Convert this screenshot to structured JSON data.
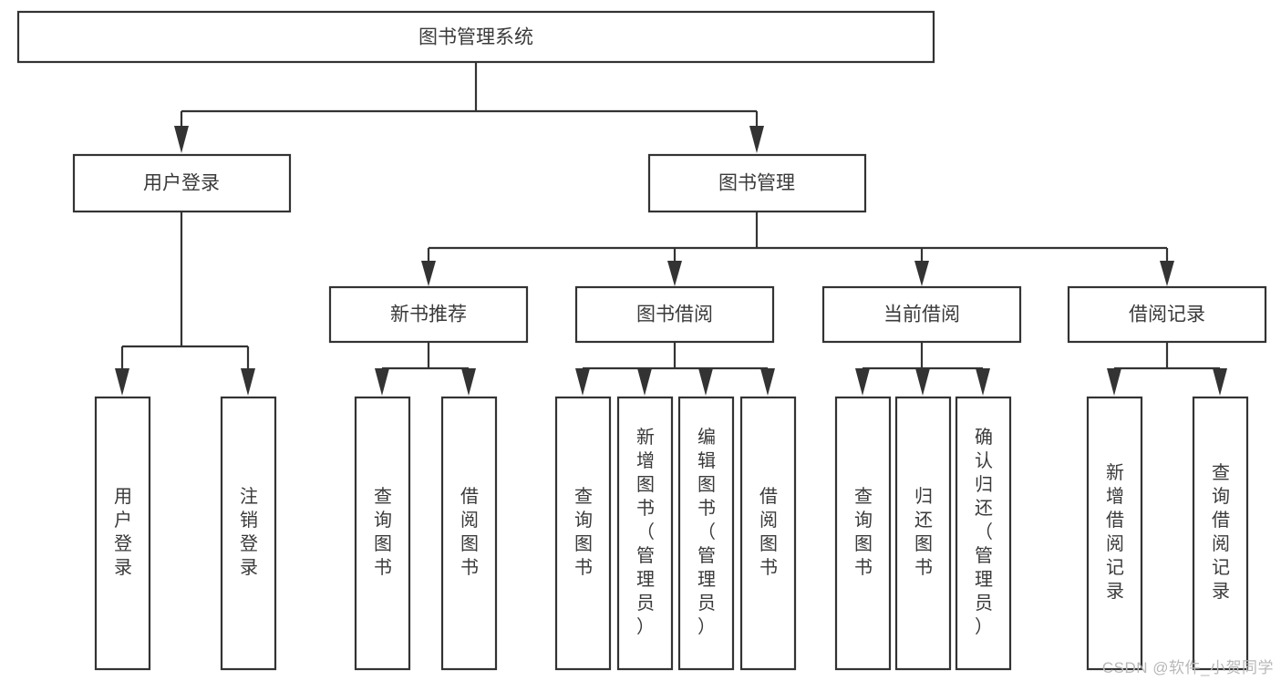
{
  "diagram": {
    "type": "tree",
    "title": "图书管理系统",
    "orientation": "top-down",
    "watermark": "CSDN @软件_小贺同学",
    "colors": {
      "stroke": "#333333",
      "fill": "#ffffff",
      "text": "#3a3a3a",
      "watermark": "#b8b8b8",
      "background": "#ffffff"
    },
    "levels": {
      "root": {
        "label": "图书管理系统"
      },
      "level2": [
        {
          "label": "用户登录"
        },
        {
          "label": "图书管理"
        }
      ],
      "level3": [
        {
          "label": "新书推荐"
        },
        {
          "label": "图书借阅"
        },
        {
          "label": "当前借阅"
        },
        {
          "label": "借阅记录"
        }
      ],
      "leaves": {
        "user_login": [
          {
            "label": "用户登录"
          },
          {
            "label": "注销登录"
          }
        ],
        "new_book_recommend": [
          {
            "label": "查询图书"
          },
          {
            "label": "借阅图书"
          }
        ],
        "book_borrow": [
          {
            "label": "查询图书"
          },
          {
            "label": "新增图书（管理员）"
          },
          {
            "label": "编辑图书（管理员）"
          },
          {
            "label": "借阅图书"
          }
        ],
        "current_borrow": [
          {
            "label": "查询图书"
          },
          {
            "label": "归还图书"
          },
          {
            "label": "确认归还（管理员）"
          }
        ],
        "borrow_record": [
          {
            "label": "新增借阅记录"
          },
          {
            "label": "查询借阅记录"
          }
        ]
      }
    }
  }
}
